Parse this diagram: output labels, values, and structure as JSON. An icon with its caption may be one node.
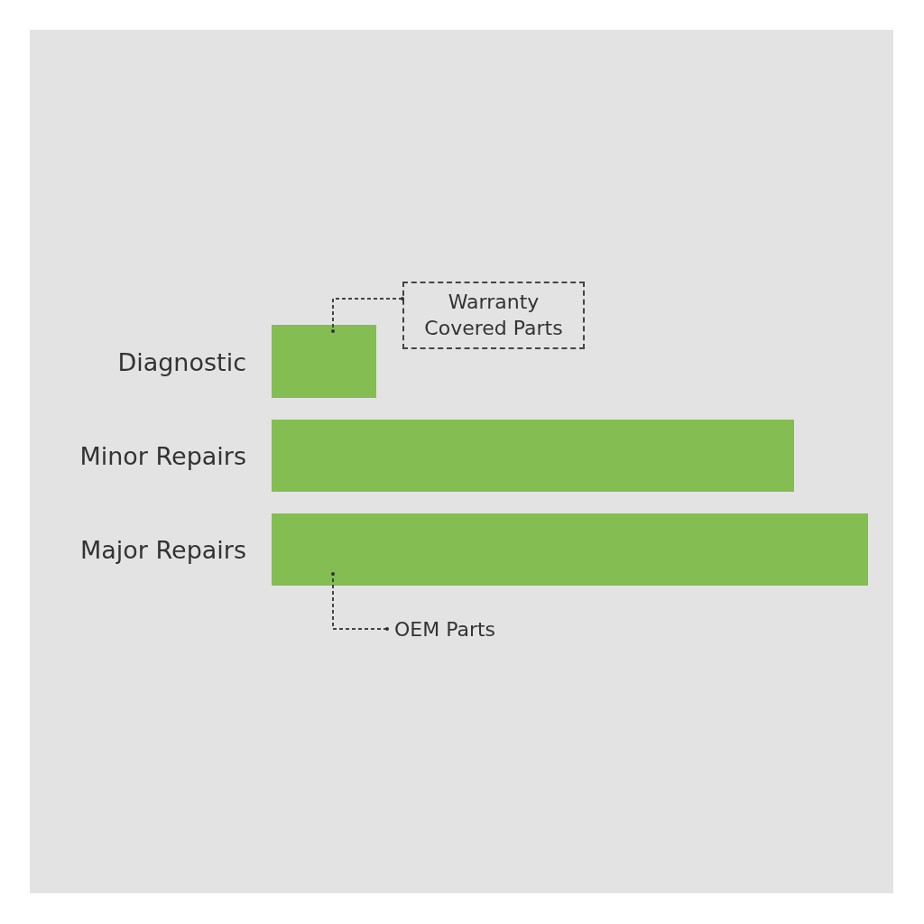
{
  "diagram": {
    "nodes": [
      {
        "text": [],
        "shape": "bar",
        "beside": [
          "Diagnostic"
        ]
      },
      {
        "text": [],
        "shape": "bar",
        "beside": [
          "Minor Repairs"
        ]
      },
      {
        "text": [],
        "shape": "bar",
        "beside": [
          "Major Repairs"
        ]
      },
      {
        "text": [
          "Warranty Covered Parts"
        ]
      },
      {
        "text": [
          "OEM Parts"
        ]
      }
    ],
    "edges": [
      {
        "from": 3,
        "to": 0,
        "arrow": "other",
        "style": "dashed"
      },
      {
        "from": 4,
        "to": 2,
        "arrow": "other",
        "style": "dashed"
      }
    ]
  }
}
